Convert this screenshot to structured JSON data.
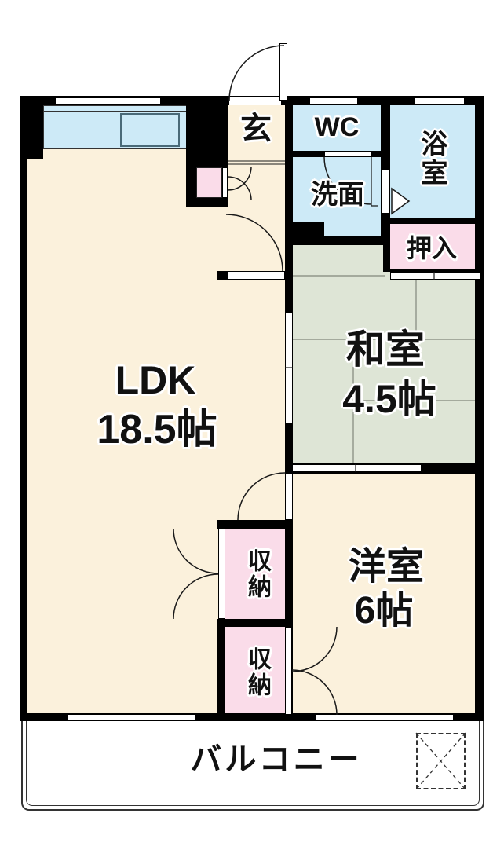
{
  "floor_plan": {
    "rooms": {
      "ldk": {
        "name": "LDK",
        "size": "18.5帖"
      },
      "washitsu": {
        "name": "和室",
        "size": "4.5帖"
      },
      "youshitsu": {
        "name": "洋室",
        "size": "6帖"
      },
      "genkan": {
        "name": "玄"
      },
      "wc": {
        "name": "WC"
      },
      "senmen": {
        "name": "洗面"
      },
      "yokushitsu": {
        "name": "浴室"
      },
      "oshiire": {
        "name": "押入"
      },
      "shunou_upper": {
        "name": "収納"
      },
      "shunou_lower": {
        "name": "収納"
      },
      "balcony": {
        "name": "バルコニー"
      }
    },
    "colors": {
      "wall": "#000000",
      "room_cream": "#FBF1DC",
      "water_blue": "#CDEAF7",
      "tatami_green": "#DEE5D6",
      "closet_pink": "#FADCE9",
      "balcony_white": "#FFFFFF"
    }
  }
}
